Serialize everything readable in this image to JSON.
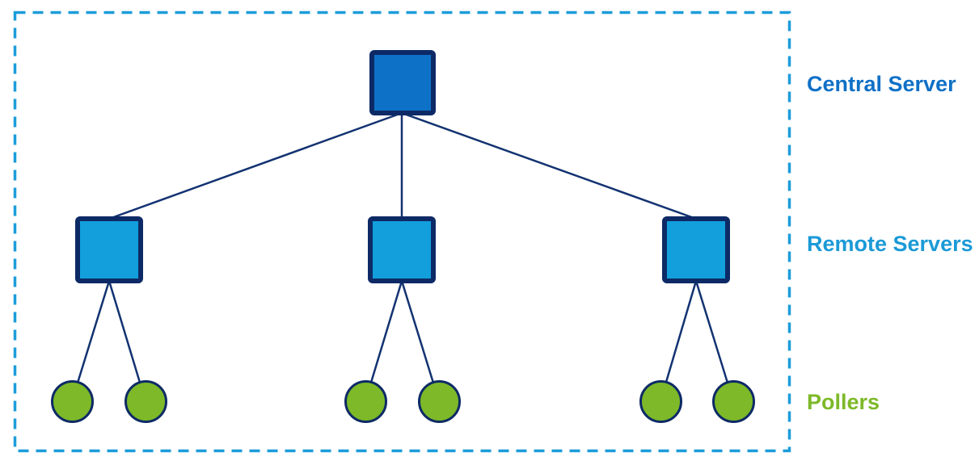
{
  "diagram": {
    "type": "network-topology-tree",
    "tiers": [
      {
        "id": "central",
        "label": "Central Server",
        "shape": "square",
        "count": 1
      },
      {
        "id": "remote",
        "label": "Remote Servers",
        "shape": "square",
        "count": 3
      },
      {
        "id": "pollers",
        "label": "Pollers",
        "shape": "circle",
        "count": 6
      }
    ],
    "labels": {
      "central": "Central Server",
      "remote": "Remote Servers",
      "pollers": "Pollers"
    },
    "structure": {
      "central_servers": 1,
      "remote_servers": 3,
      "pollers_per_remote_server": 2,
      "pollers_total": 6,
      "connections": [
        "central-server -> remote-server-1",
        "central-server -> remote-server-2",
        "central-server -> remote-server-3",
        "remote-server-1 -> poller-1",
        "remote-server-1 -> poller-2",
        "remote-server-2 -> poller-3",
        "remote-server-2 -> poller-4",
        "remote-server-3 -> poller-5",
        "remote-server-3 -> poller-6"
      ]
    },
    "colors": {
      "central_fill": "#0E71C8",
      "central_label": "#0F70C6",
      "remote_fill": "#129FDB",
      "remote_label": "#1B9AD7",
      "poller_fill": "#7DB928",
      "poller_label": "#7DB929",
      "node_border": "#0D2A66",
      "connector": "#123271",
      "boundary_dash": "#1C9CDA"
    }
  }
}
